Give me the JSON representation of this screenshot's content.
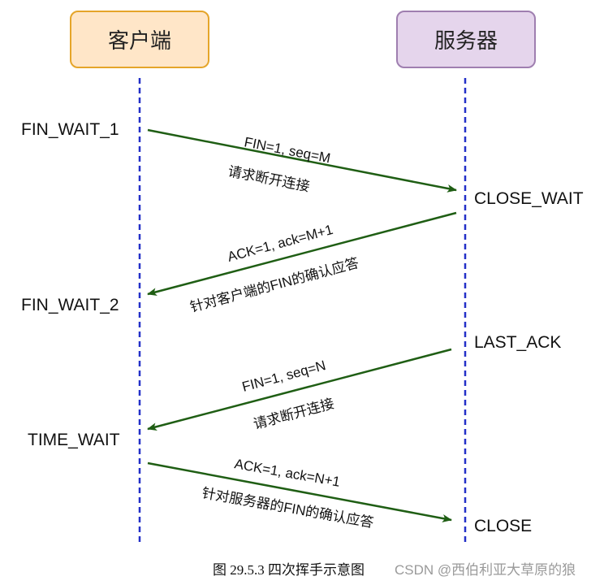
{
  "actors": {
    "client": "客户端",
    "server": "服务器"
  },
  "client_states": {
    "fin_wait_1": "FIN_WAIT_1",
    "fin_wait_2": "FIN_WAIT_2",
    "time_wait": "TIME_WAIT"
  },
  "server_states": {
    "close_wait": "CLOSE_WAIT",
    "last_ack": "LAST_ACK",
    "close": "CLOSE"
  },
  "messages": [
    {
      "line1": "FIN=1, seq=M",
      "line2": "请求断开连接",
      "direction": "client-to-server"
    },
    {
      "line1": "ACK=1, ack=M+1",
      "line2": "针对客户端的FIN的确认应答",
      "direction": "server-to-client"
    },
    {
      "line1": "FIN=1, seq=N",
      "line2": "请求断开连接",
      "direction": "server-to-client"
    },
    {
      "line1": "ACK=1, ack=N+1",
      "line2": "针对服务器的FIN的确认应答",
      "direction": "client-to-server"
    }
  ],
  "caption": "图  29.5.3  四次挥手示意图",
  "watermark": "CSDN @西伯利亚大草原的狼",
  "colors": {
    "arrow": "#1f5e14",
    "lifeline": "#2330c8",
    "client_fill": "#ffe6c8",
    "server_fill": "#e5d5ec"
  }
}
